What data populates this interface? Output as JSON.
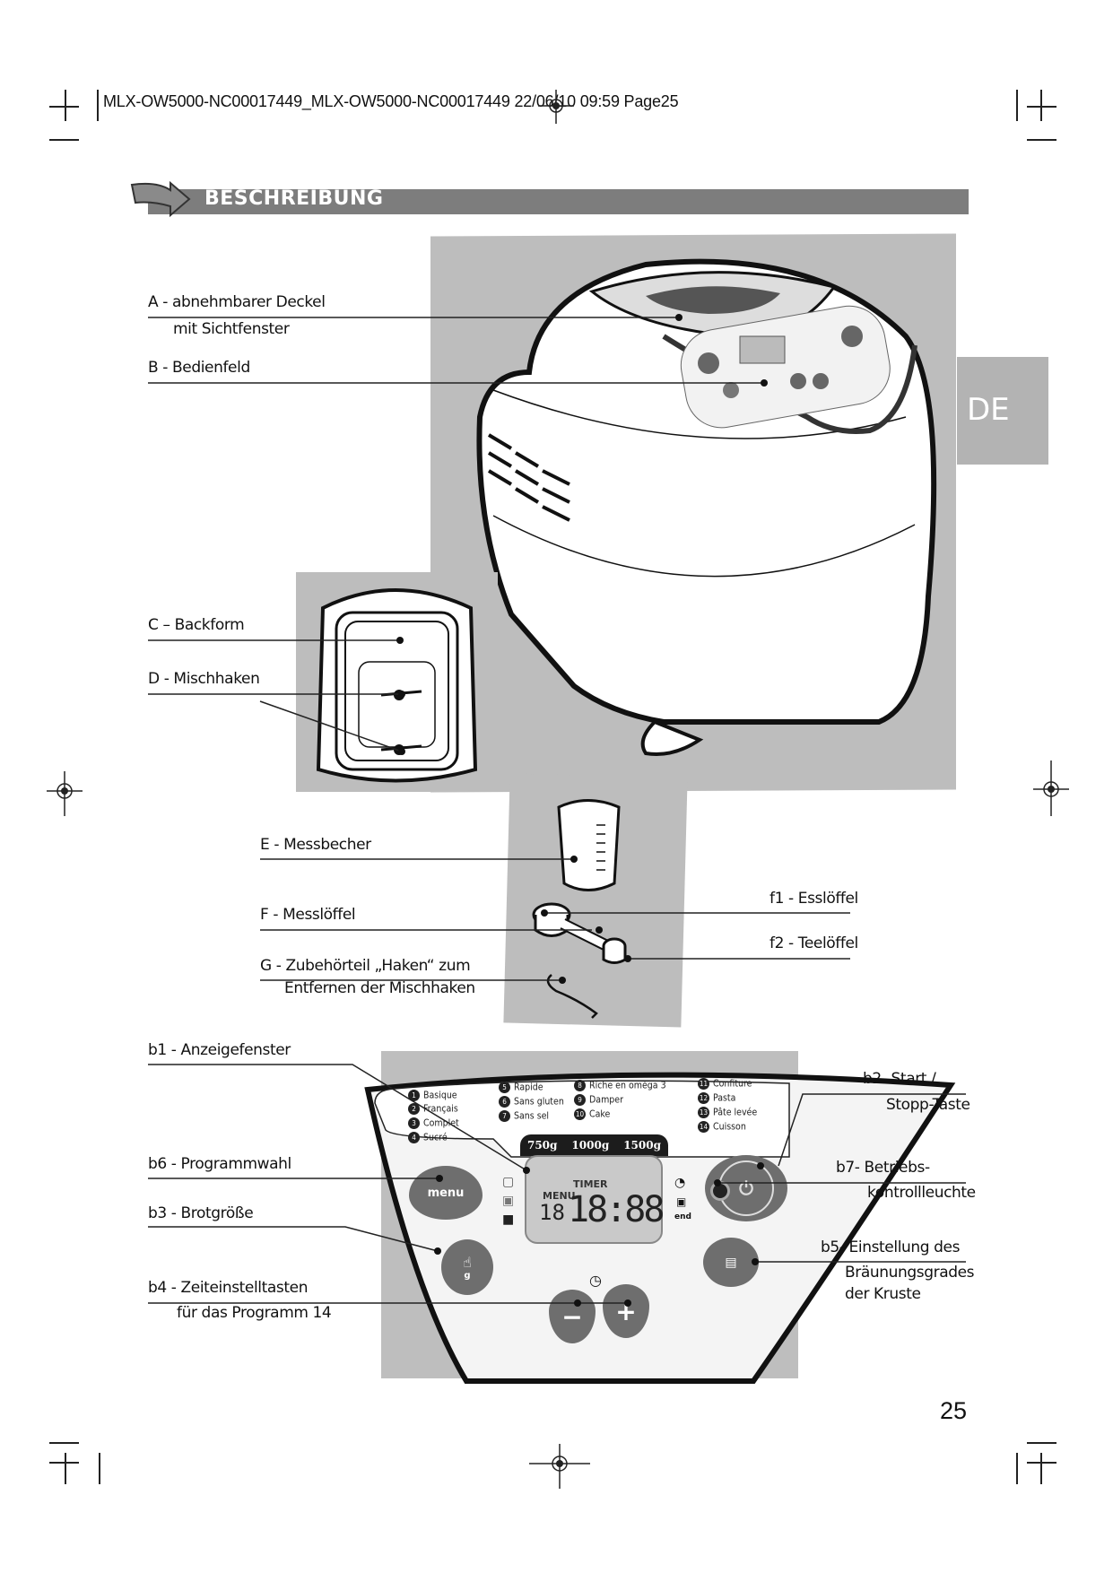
{
  "print_header": {
    "text": "MLX-OW5000-NC00017449_MLX-OW5000-NC00017449  22/06/10  09:59  Page25"
  },
  "section": {
    "title": "BESCHREIBUNG",
    "language_tab": "DE"
  },
  "labels": {
    "A_line1": "A - abnehmbarer Deckel",
    "A_line2": "mit Sichtfenster",
    "B": "B - Bedienfeld",
    "C": "C – Backform",
    "D": "D - Mischhaken",
    "E": "E - Messbecher",
    "F": "F - Messlöffel",
    "f1": "f1 - Esslöffel",
    "f2": "f2 - Teelöffel",
    "G_line1": "G - Zubehörteil „Haken“ zum",
    "G_line2": "Entfernen der Mischhaken",
    "b1": "b1 - Anzeigefenster",
    "b2_line1": "b2- Start /",
    "b2_line2": "Stopp-Taste",
    "b6": "b6 - Programmwahl",
    "b7_line1": "b7- Betriebs-",
    "b7_line2": "kontrollleuchte",
    "b3": "b3 - Brotgröße",
    "b5_line1": "b5- Einstellung des",
    "b5_line2": "Bräunungsgrades",
    "b5_line3": "der Kruste",
    "b4_line1": "b4 - Zeiteinstelltasten",
    "b4_line2": "für das Programm 14"
  },
  "control_panel": {
    "programs": [
      {
        "n": "1",
        "name": "Basique"
      },
      {
        "n": "2",
        "name": "Français"
      },
      {
        "n": "3",
        "name": "Complet"
      },
      {
        "n": "4",
        "name": "Sucré"
      },
      {
        "n": "5",
        "name": "Rapide"
      },
      {
        "n": "6",
        "name": "Sans gluten"
      },
      {
        "n": "7",
        "name": "Sans sel"
      },
      {
        "n": "8",
        "name": "Riche en oméga 3"
      },
      {
        "n": "9",
        "name": "Damper"
      },
      {
        "n": "10",
        "name": "Cake"
      },
      {
        "n": "11",
        "name": "Confiture"
      },
      {
        "n": "12",
        "name": "Pasta"
      },
      {
        "n": "13",
        "name": "Pâte levée"
      },
      {
        "n": "14",
        "name": "Cuisson"
      }
    ],
    "weights": [
      "750g",
      "1000g",
      "1500g"
    ],
    "lcd": {
      "menu_label": "MENU",
      "timer_label": "TIMER",
      "menu_digits": "18",
      "time_digits": "18:88",
      "end_label": "end"
    },
    "menu_button": "menu",
    "size_button_label": "g",
    "minus": "−",
    "plus": "+"
  },
  "page_number": "25"
}
